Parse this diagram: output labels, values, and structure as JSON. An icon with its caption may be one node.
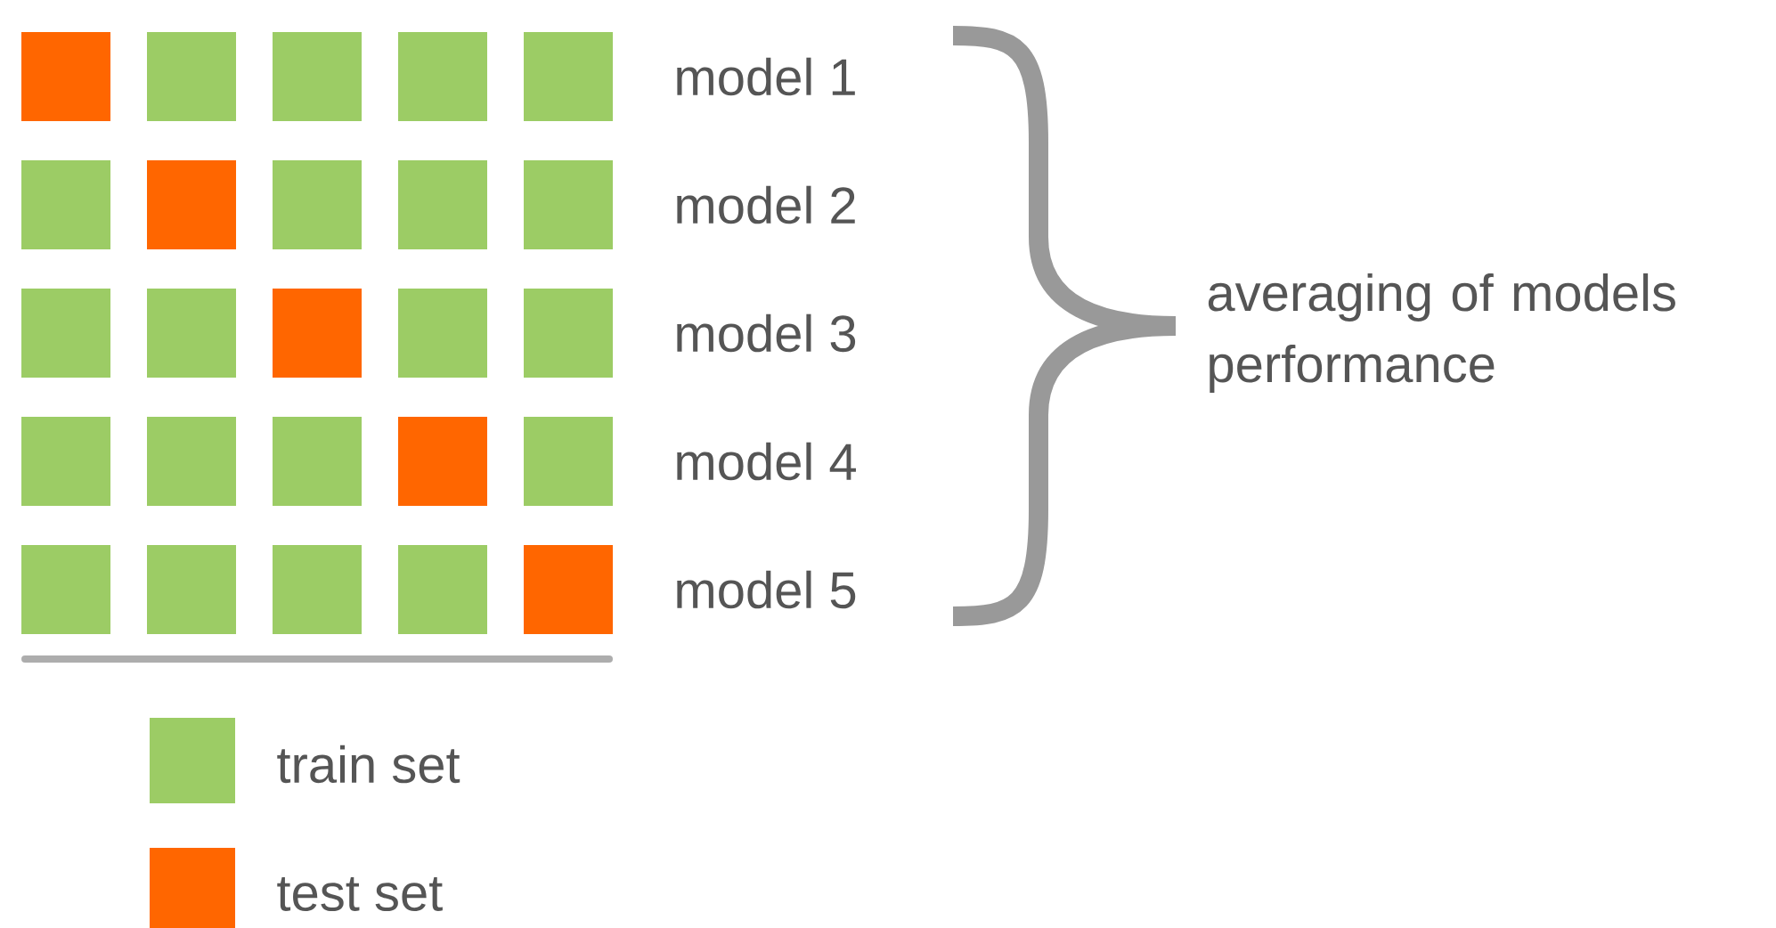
{
  "diagram": {
    "labels": [
      "model 1",
      "model 2",
      "model 3",
      "model 4",
      "model 5",
      "averaging of models performance"
    ],
    "legend": [
      {
        "text": "train set",
        "color": "#9ccc65"
      },
      {
        "text": "test set",
        "color": "#ff6600"
      }
    ]
  }
}
